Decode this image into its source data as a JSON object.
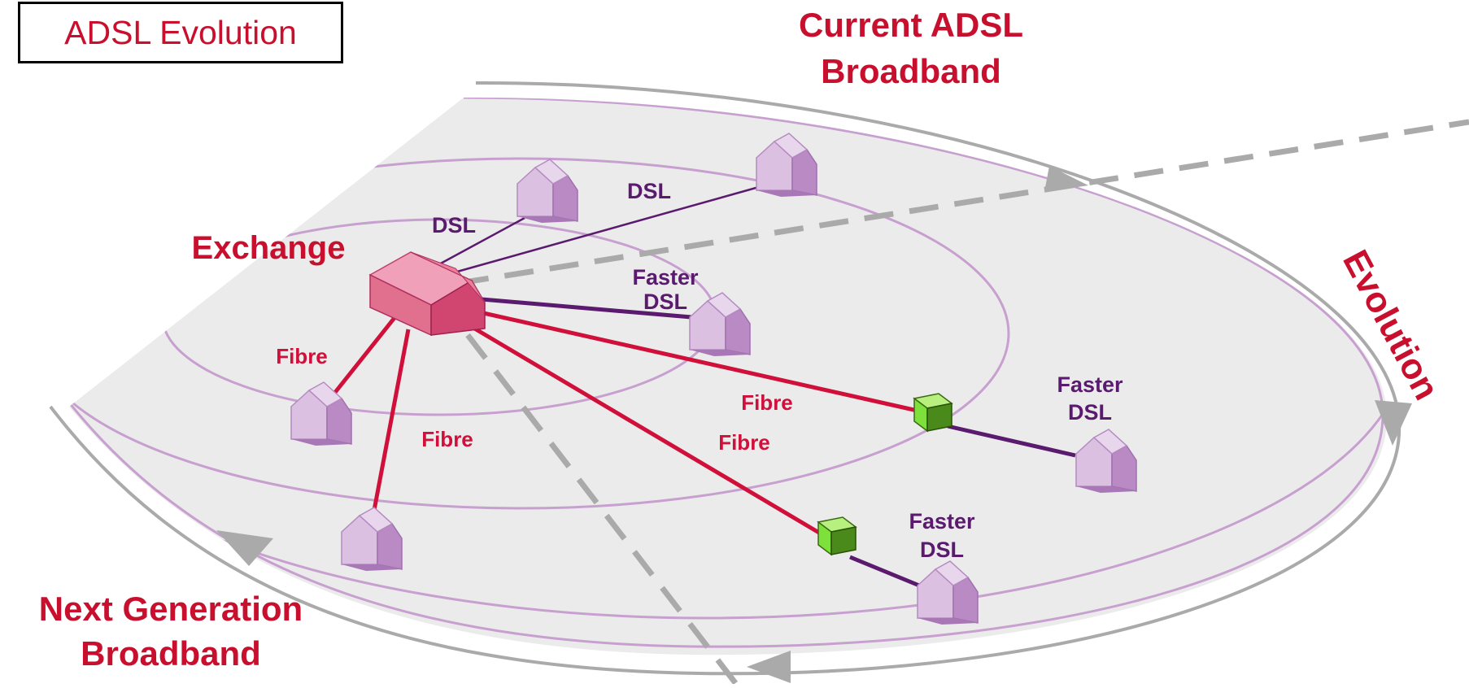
{
  "title": "ADSL Evolution",
  "labels": {
    "current_line1": "Current ADSL",
    "current_line2": "Broadband",
    "next_line1": "Next Generation",
    "next_line2": "Broadband",
    "evolution": "Evolution",
    "exchange": "Exchange"
  },
  "connection_labels": {
    "dsl_a": "DSL",
    "dsl_b": "DSL",
    "faster_dsl_near_1": "Faster",
    "faster_dsl_near_2": "DSL",
    "fibre_left": "Fibre",
    "fibre_bottom": "Fibre",
    "fibre_mid": "Fibre",
    "fibre_lower": "Fibre",
    "faster_dsl_right_1": "Faster",
    "faster_dsl_right_2": "DSL",
    "faster_dsl_bottom_1": "Faster",
    "faster_dsl_bottom_2": "DSL"
  },
  "colors": {
    "brand_red": "#c8102e",
    "dsl_purple": "#5a1a6e",
    "fibre_red": "#d0103a",
    "house": "#c9a0d0",
    "exchange": "#e06080",
    "cabinet": "#7ee03a",
    "ring": "#c8a0d0",
    "arrow": "#aaaaaa",
    "fan": "#ebebeb"
  }
}
